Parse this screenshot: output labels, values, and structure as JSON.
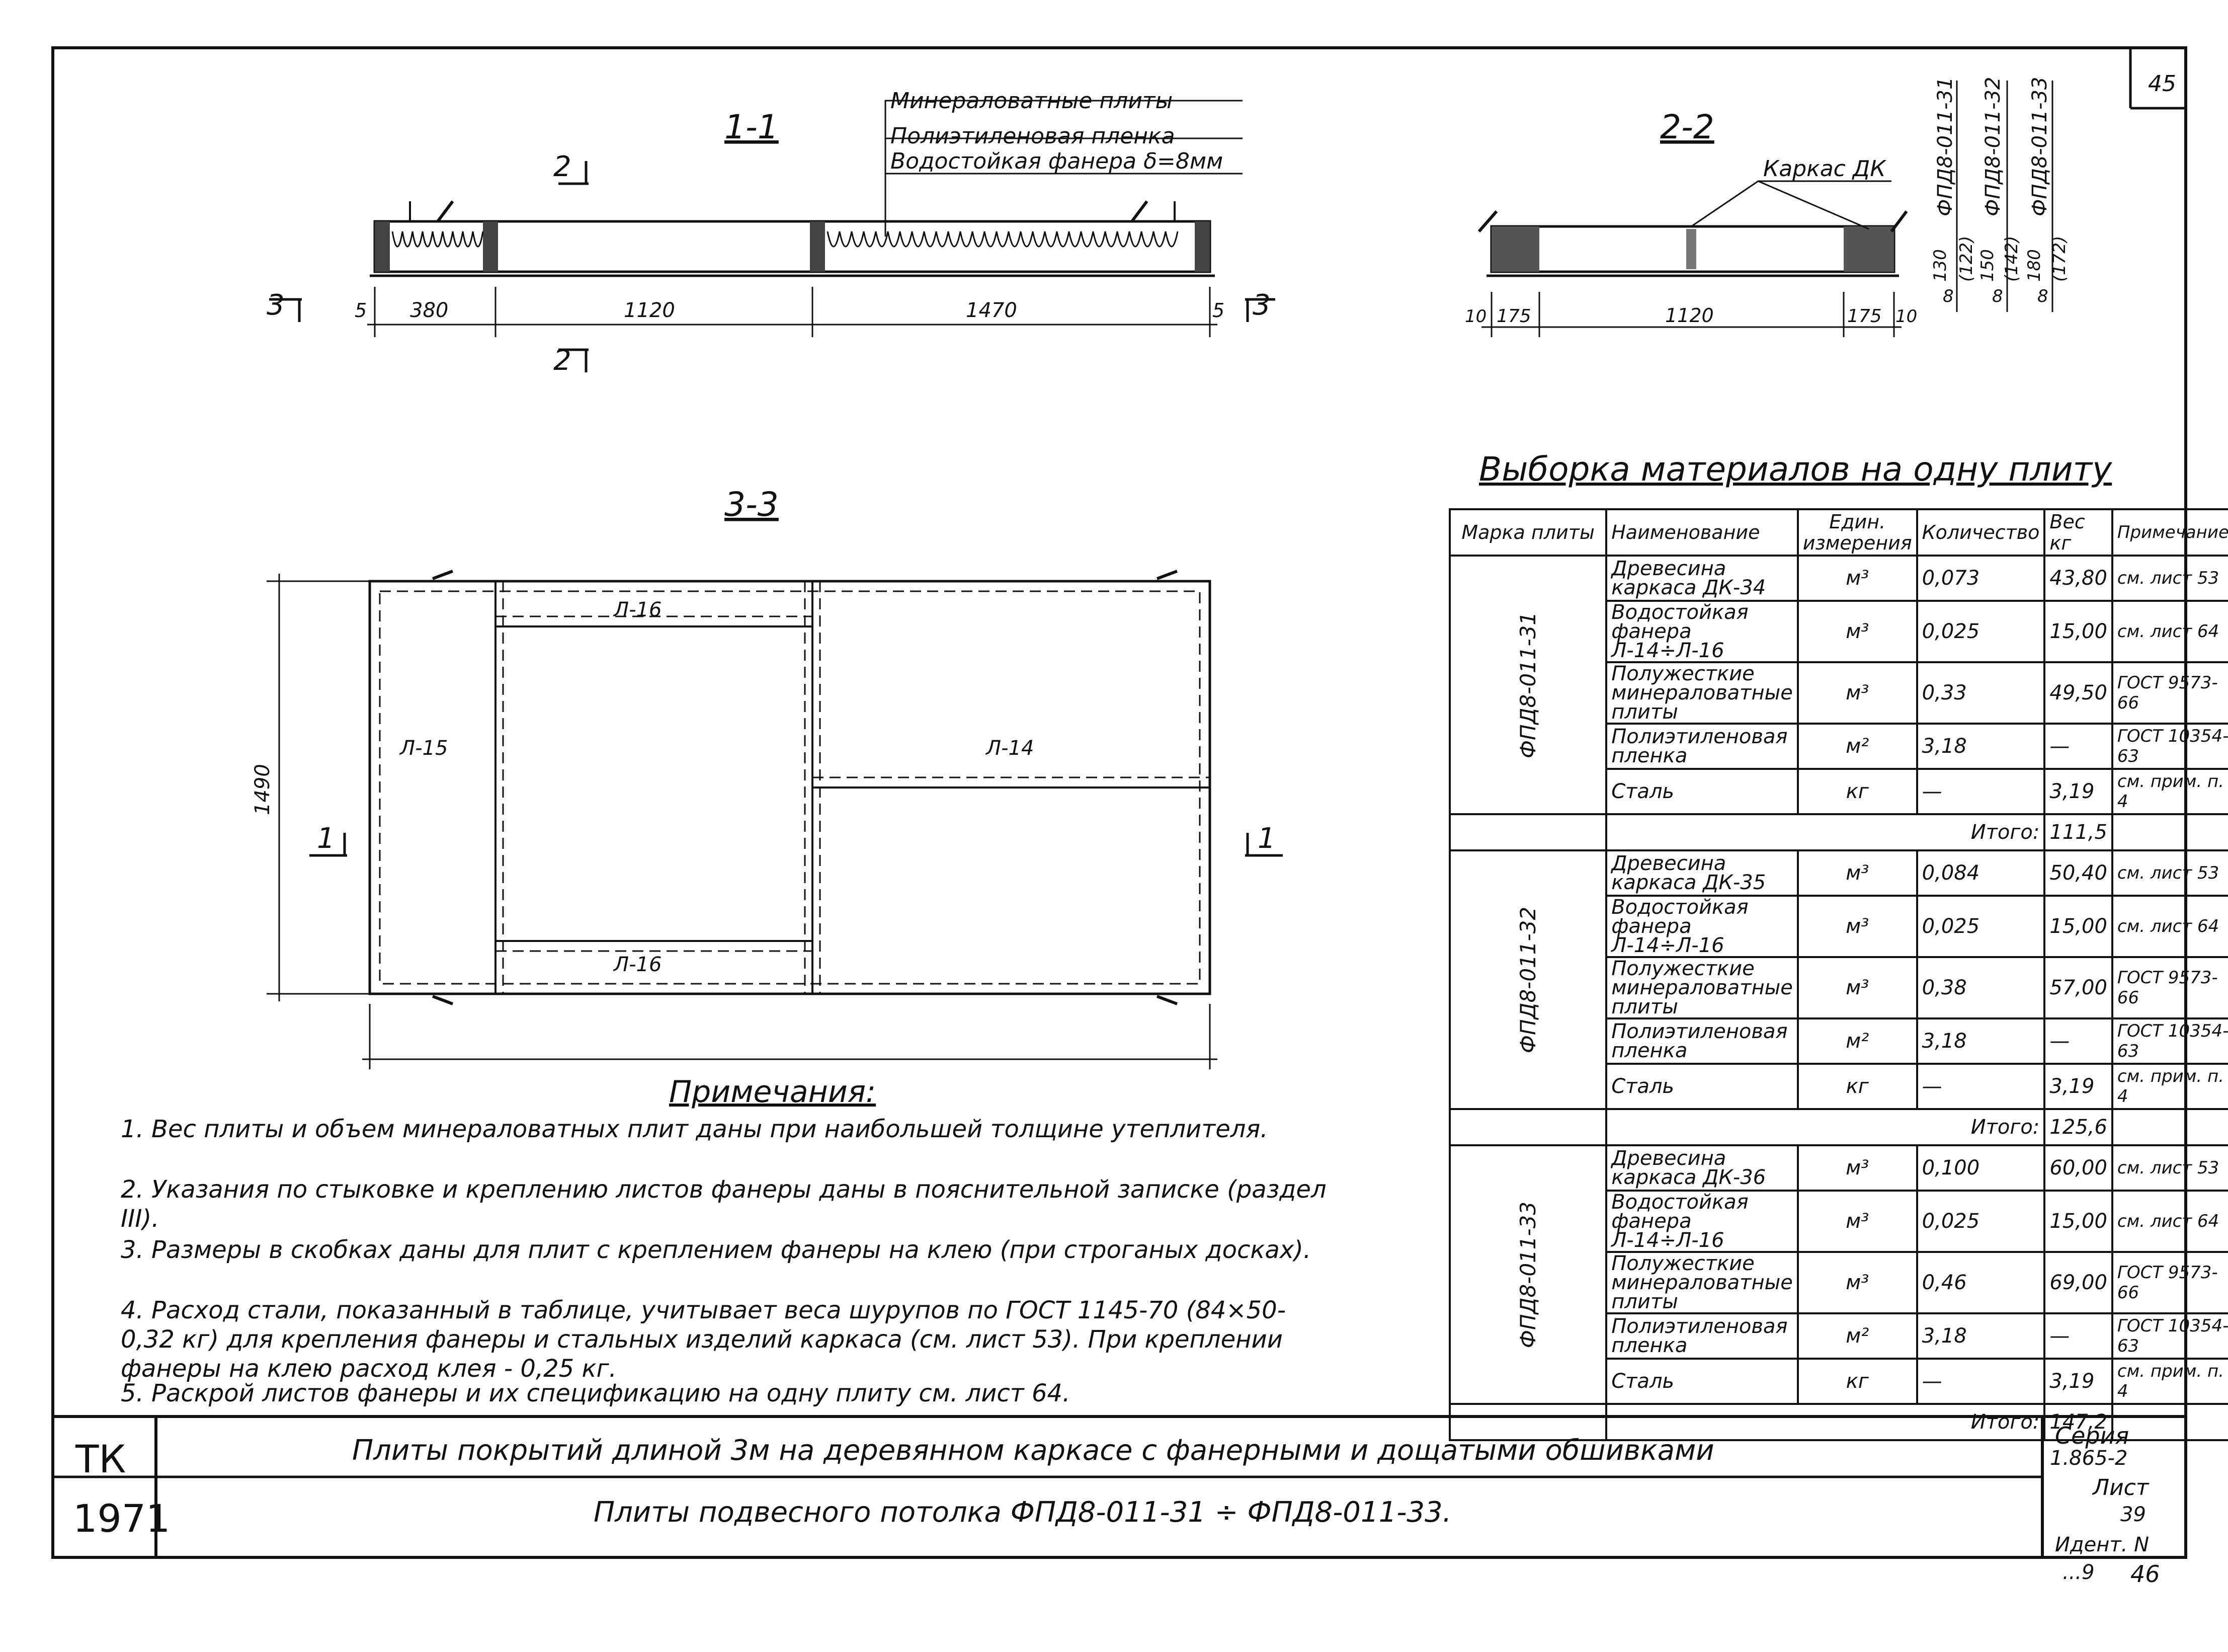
{
  "page_number": "45",
  "sections": {
    "s11": {
      "title": "1-1",
      "cut_mark": "2",
      "layers": [
        "Минераловатные плиты",
        "Полиэтиленовая пленка",
        "Водостойкая фанера δ=8мм"
      ],
      "dims": [
        "5",
        "380",
        "1120",
        "1470",
        "5"
      ],
      "cut3": "3"
    },
    "s22": {
      "title": "2-2",
      "frame_label": "Каркас ДК",
      "dims": [
        "10",
        "175",
        "1120",
        "175",
        "10"
      ],
      "mark_cols": [
        "ФПД8-011-31",
        "ФПД8-011-32",
        "ФПД8-011-33"
      ],
      "heights": [
        "130",
        "(122)",
        "150",
        "(142)",
        "180",
        "(172)"
      ],
      "ply": [
        "8",
        "8",
        "8"
      ]
    },
    "s33": {
      "title": "3-3",
      "height_dim": "1490",
      "sheets": [
        "Л-16",
        "Л-15",
        "Л-14",
        "Л-16"
      ],
      "cut1": "1"
    }
  },
  "materials": {
    "title": "Выборка материалов на одну плиту",
    "headers": {
      "mark": "Марка плиты",
      "name": "Наименование",
      "unit": "Един. измерения",
      "qty": "Количество",
      "weight": "Вес кг",
      "note": "Примечание"
    },
    "groups": [
      {
        "mark": "ФПД8-011-31",
        "rows": [
          {
            "name": "Древесина каркаса ДК-34",
            "unit": "м³",
            "qty": "0,073",
            "weight": "43,80",
            "note": "см. лист 53"
          },
          {
            "name": "Водостойкая фанера Л-14÷Л-16",
            "unit": "м³",
            "qty": "0,025",
            "weight": "15,00",
            "note": "см. лист 64"
          },
          {
            "name": "Полужесткие минераловатные плиты",
            "unit": "м³",
            "qty": "0,33",
            "weight": "49,50",
            "note": "ГОСТ 9573-66"
          },
          {
            "name": "Полиэтиленовая пленка",
            "unit": "м²",
            "qty": "3,18",
            "weight": "—",
            "note": "ГОСТ 10354-63"
          },
          {
            "name": "Сталь",
            "unit": "кг",
            "qty": "—",
            "weight": "3,19",
            "note": "см. прим. п. 4"
          }
        ],
        "total_label": "Итого:",
        "total": "111,5"
      },
      {
        "mark": "ФПД8-011-32",
        "rows": [
          {
            "name": "Древесина каркаса ДК-35",
            "unit": "м³",
            "qty": "0,084",
            "weight": "50,40",
            "note": "см. лист 53"
          },
          {
            "name": "Водостойкая фанера Л-14÷Л-16",
            "unit": "м³",
            "qty": "0,025",
            "weight": "15,00",
            "note": "см. лист 64"
          },
          {
            "name": "Полужесткие минераловатные плиты",
            "unit": "м³",
            "qty": "0,38",
            "weight": "57,00",
            "note": "ГОСТ 9573-66"
          },
          {
            "name": "Полиэтиленовая пленка",
            "unit": "м²",
            "qty": "3,18",
            "weight": "—",
            "note": "ГОСТ 10354-63"
          },
          {
            "name": "Сталь",
            "unit": "кг",
            "qty": "—",
            "weight": "3,19",
            "note": "см. прим. п. 4"
          }
        ],
        "total_label": "Итого:",
        "total": "125,6"
      },
      {
        "mark": "ФПД8-011-33",
        "rows": [
          {
            "name": "Древесина каркаса ДК-36",
            "unit": "м³",
            "qty": "0,100",
            "weight": "60,00",
            "note": "см. лист 53"
          },
          {
            "name": "Водостойкая фанера Л-14÷Л-16",
            "unit": "м³",
            "qty": "0,025",
            "weight": "15,00",
            "note": "см. лист 64"
          },
          {
            "name": "Полужесткие минераловатные плиты",
            "unit": "м³",
            "qty": "0,46",
            "weight": "69,00",
            "note": "ГОСТ 9573-66"
          },
          {
            "name": "Полиэтиленовая пленка",
            "unit": "м²",
            "qty": "3,18",
            "weight": "—",
            "note": "ГОСТ 10354-63"
          },
          {
            "name": "Сталь",
            "unit": "кг",
            "qty": "—",
            "weight": "3,19",
            "note": "см. прим. п. 4"
          }
        ],
        "total_label": "Итого:",
        "total": "147,2"
      }
    ]
  },
  "notes": {
    "title": "Примечания:",
    "items": [
      "1. Вес плиты и объем минераловатных плит даны при наибольшей толщине утеплителя.",
      "2. Указания по стыковке и креплению листов фанеры даны в пояснительной записке (раздел III).",
      "3. Размеры в скобках даны для плит с креплением фанеры на клею (при строганых досках).",
      "4. Расход стали, показанный в таблице, учитывает веса шурупов по ГОСТ 1145-70 (84×50-0,32 кг) для крепления фанеры и стальных изделий каркаса (см. лист 53). При креплении фанеры на клею расход клея - 0,25 кг.",
      "5. Раскрой листов фанеры и их спецификацию на одну плиту см. лист 64."
    ]
  },
  "title_block": {
    "org": "ТК",
    "year": "1971",
    "title1": "Плиты покрытий длиной 3м на деревянном каркасе с фанерными и дощатыми обшивками",
    "title2": "Плиты подвесного потолка  ФПД8-011-31 ÷ ФПД8-011-33.",
    "series_label": "Серия",
    "series": "1.865-2",
    "sheet_label": "Лист",
    "sheet": "39",
    "ident_label": "Идент. N",
    "ident": "...9",
    "sheet_num": "46"
  }
}
